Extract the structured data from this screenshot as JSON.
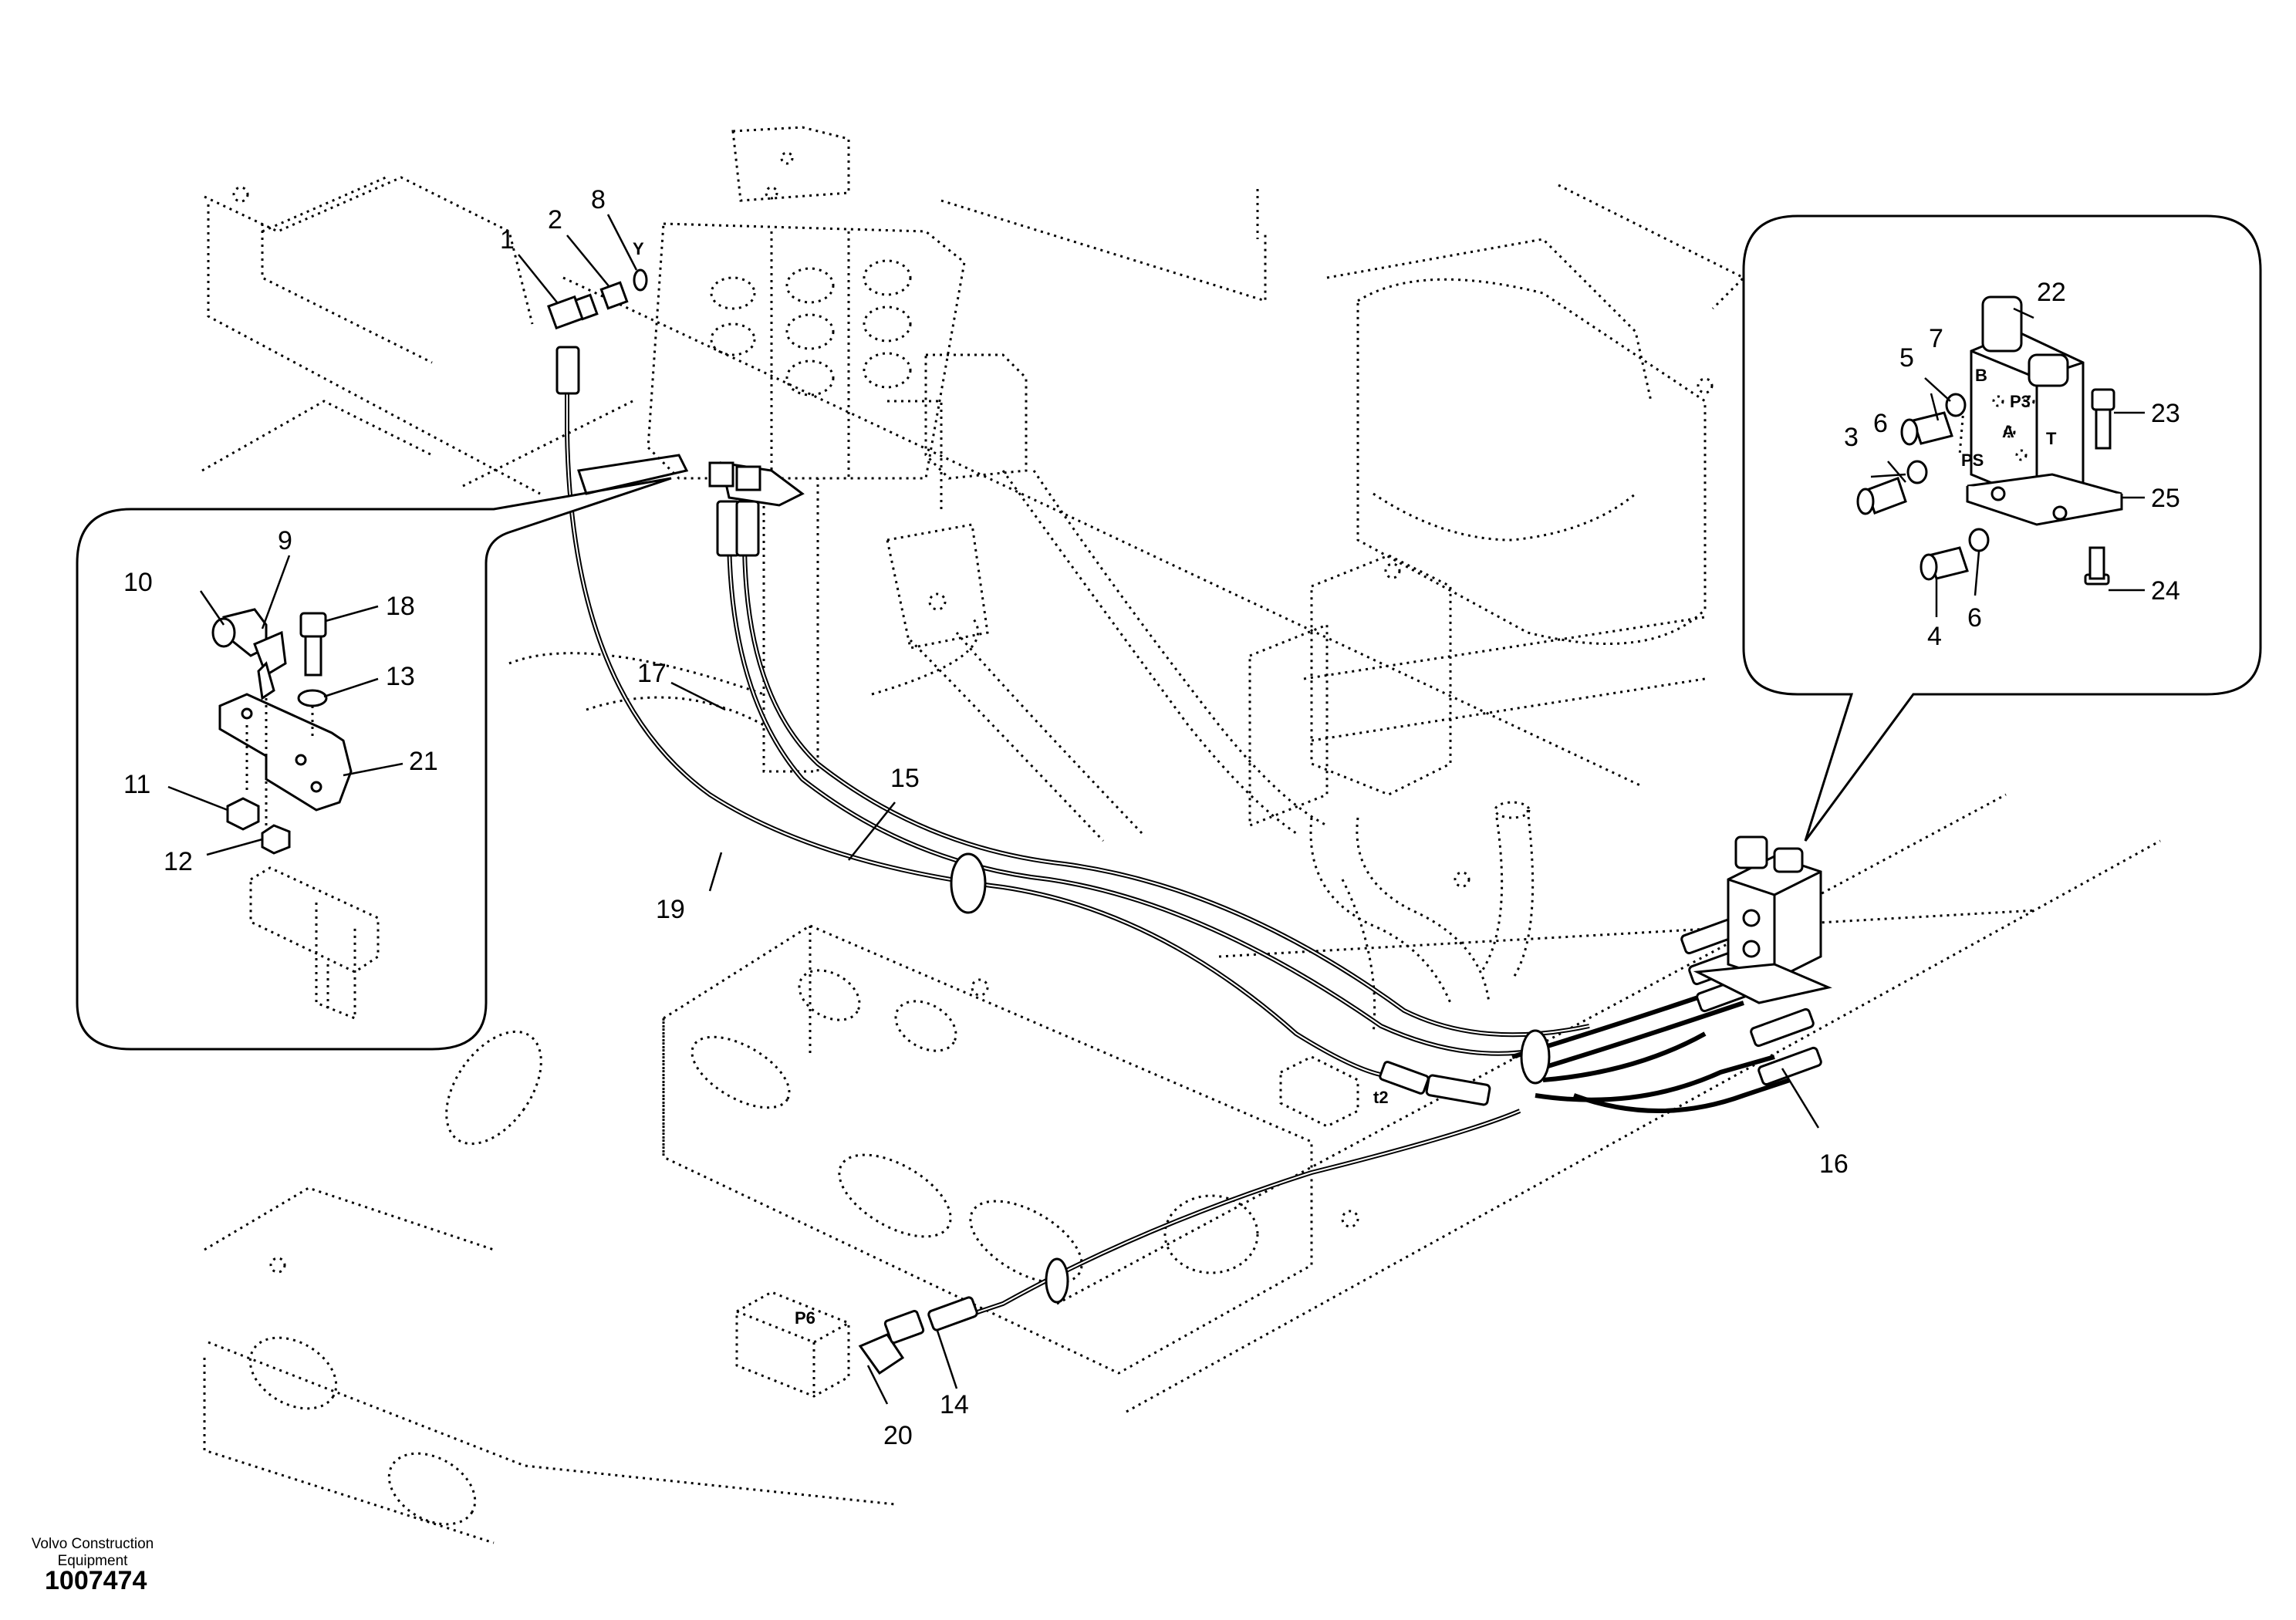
{
  "footer": {
    "company_line1": "Volvo Construction",
    "company_line2": "Equipment",
    "drawing_number": "1007474"
  },
  "callouts": {
    "c1": "1",
    "c2": "2",
    "c3": "3",
    "c4": "4",
    "c5": "5",
    "c6a": "6",
    "c6b": "6",
    "c7": "7",
    "c8": "8",
    "c9": "9",
    "c10": "10",
    "c11": "11",
    "c12": "12",
    "c13": "13",
    "c14": "14",
    "c15": "15",
    "c16": "16",
    "c17": "17",
    "c18": "18",
    "c19": "19",
    "c20": "20",
    "c21": "21",
    "c22": "22",
    "c23": "23",
    "c24": "24",
    "c25": "25"
  },
  "port_labels": {
    "b": "B",
    "p3": "P3",
    "a": "A",
    "t": "T",
    "ps": "PS",
    "p6": "P6",
    "t2": "t2",
    "y": "Y"
  }
}
